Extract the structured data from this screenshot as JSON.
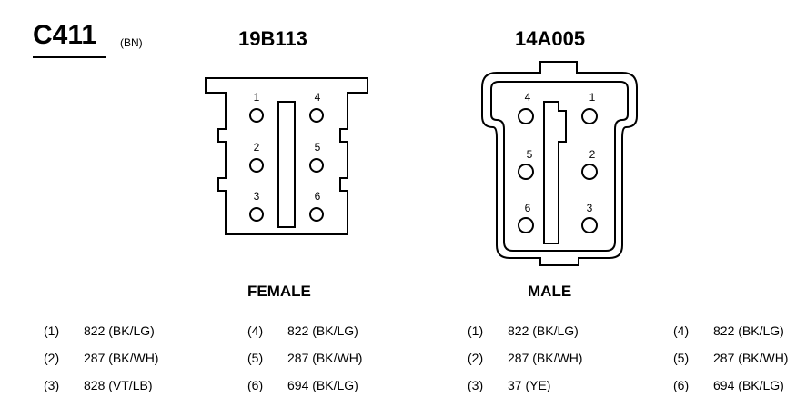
{
  "connector": {
    "id": "C411",
    "color_code": "(BN)"
  },
  "female": {
    "part_number": "19B113",
    "label": "FEMALE",
    "pins": [
      "1",
      "2",
      "3",
      "4",
      "5",
      "6"
    ],
    "circuits": [
      {
        "pin": "(1)",
        "wire": "822 (BK/LG)"
      },
      {
        "pin": "(2)",
        "wire": "287 (BK/WH)"
      },
      {
        "pin": "(3)",
        "wire": "828 (VT/LB)"
      },
      {
        "pin": "(4)",
        "wire": "822 (BK/LG)"
      },
      {
        "pin": "(5)",
        "wire": "287 (BK/WH)"
      },
      {
        "pin": "(6)",
        "wire": "694 (BK/LG)"
      }
    ]
  },
  "male": {
    "part_number": "14A005",
    "label": "MALE",
    "pins": [
      "1",
      "2",
      "3",
      "4",
      "5",
      "6"
    ],
    "circuits": [
      {
        "pin": "(1)",
        "wire": "822 (BK/LG)"
      },
      {
        "pin": "(2)",
        "wire": "287 (BK/WH)"
      },
      {
        "pin": "(3)",
        "wire": "37 (YE)"
      },
      {
        "pin": "(4)",
        "wire": "822 (BK/LG)"
      },
      {
        "pin": "(5)",
        "wire": "287 (BK/WH)"
      },
      {
        "pin": "(6)",
        "wire": "694 (BK/LG)"
      }
    ]
  }
}
